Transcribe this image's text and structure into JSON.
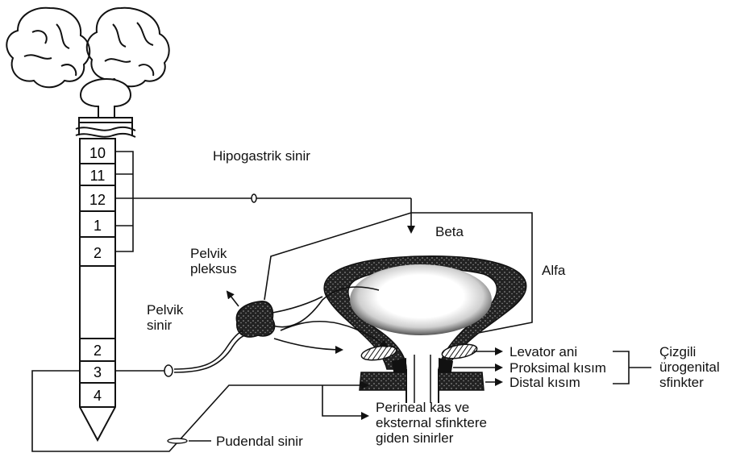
{
  "segments": {
    "thoracic_lumbar": [
      "10",
      "11",
      "12",
      "1",
      "2"
    ],
    "sacral": [
      "2",
      "3",
      "4"
    ]
  },
  "labels": {
    "hypogastric": "Hipogastrik sinir",
    "beta": "Beta",
    "alfa": "Alfa",
    "pelvic_plexus": "Pelvik\npleksus",
    "pelvic_nerve": "Pelvik\nsinir",
    "levator_ani": "Levator ani",
    "proximal": "Proksimal kısım",
    "distal": "Distal kısım",
    "striated_sphincter": "Çizgili\nürogenital\nsfinkter",
    "perineal": "Perineal kas ve\neksternal sfinktere\ngiden sinirler",
    "pudendal": "Pudendal sinir"
  }
}
